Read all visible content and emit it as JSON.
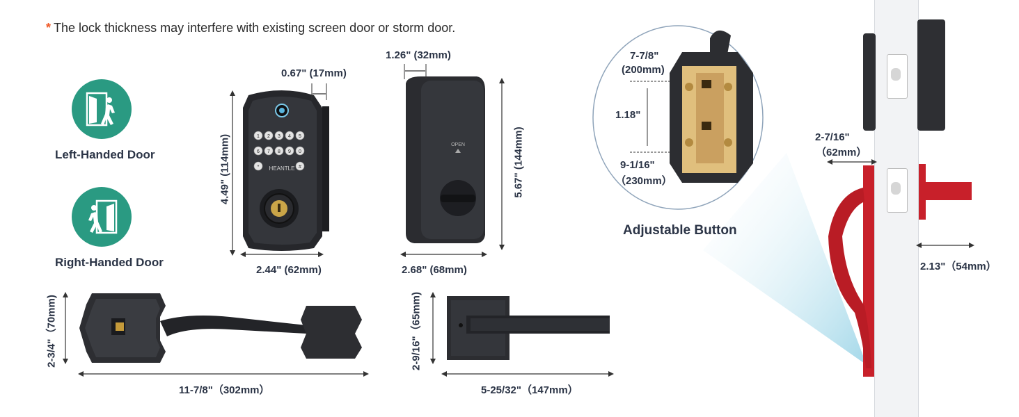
{
  "notice": {
    "star": "*",
    "text": "The lock thickness may interfere with existing screen door or storm door."
  },
  "door_types": [
    {
      "label": "Left-Handed Door",
      "icon": "left-door-icon"
    },
    {
      "label": "Right-Handed Door",
      "icon": "right-door-icon"
    }
  ],
  "keypad": {
    "brand": "HEANTLE",
    "keys": [
      "1",
      "2",
      "3",
      "4",
      "5",
      "6",
      "7",
      "8",
      "9",
      "0",
      "*",
      "#"
    ]
  },
  "interior": {
    "open_label": "OPEN"
  },
  "dimensions": {
    "keypad_depth": "0.67\" (17mm)",
    "keypad_height": "4.49\" (114mm)",
    "keypad_width": "2.44\" (62mm)",
    "interior_depth": "1.26\" (32mm)",
    "interior_height": "5.67\" (144mm)",
    "interior_width": "2.68\" (68mm)",
    "handle_height": "2-3/4\"（70mm)",
    "handle_length": "11-7/8\"（302mm）",
    "lever_height": "2-9/16\"（65mm)",
    "lever_length": "5-25/32\"（147mm）",
    "adjust_top": "7-7/8\"",
    "adjust_top_mm": "(200mm)",
    "adjust_mid": "1.18\"",
    "adjust_bottom": "9-1/16\"",
    "adjust_bottom_mm": "（230mm）",
    "backset": "2-7/16\"",
    "backset_mm": "（62mm）",
    "latch_gap": "2.13\"（54mm）"
  },
  "adjustable_button": "Adjustable Button",
  "colors": {
    "teal": "#2a9a82",
    "accent": "#f05a28",
    "red_handle": "#c8202a",
    "dark_lock": "#2e2f33",
    "brass": "#d8b46a",
    "beam": "#bfe3ef"
  }
}
